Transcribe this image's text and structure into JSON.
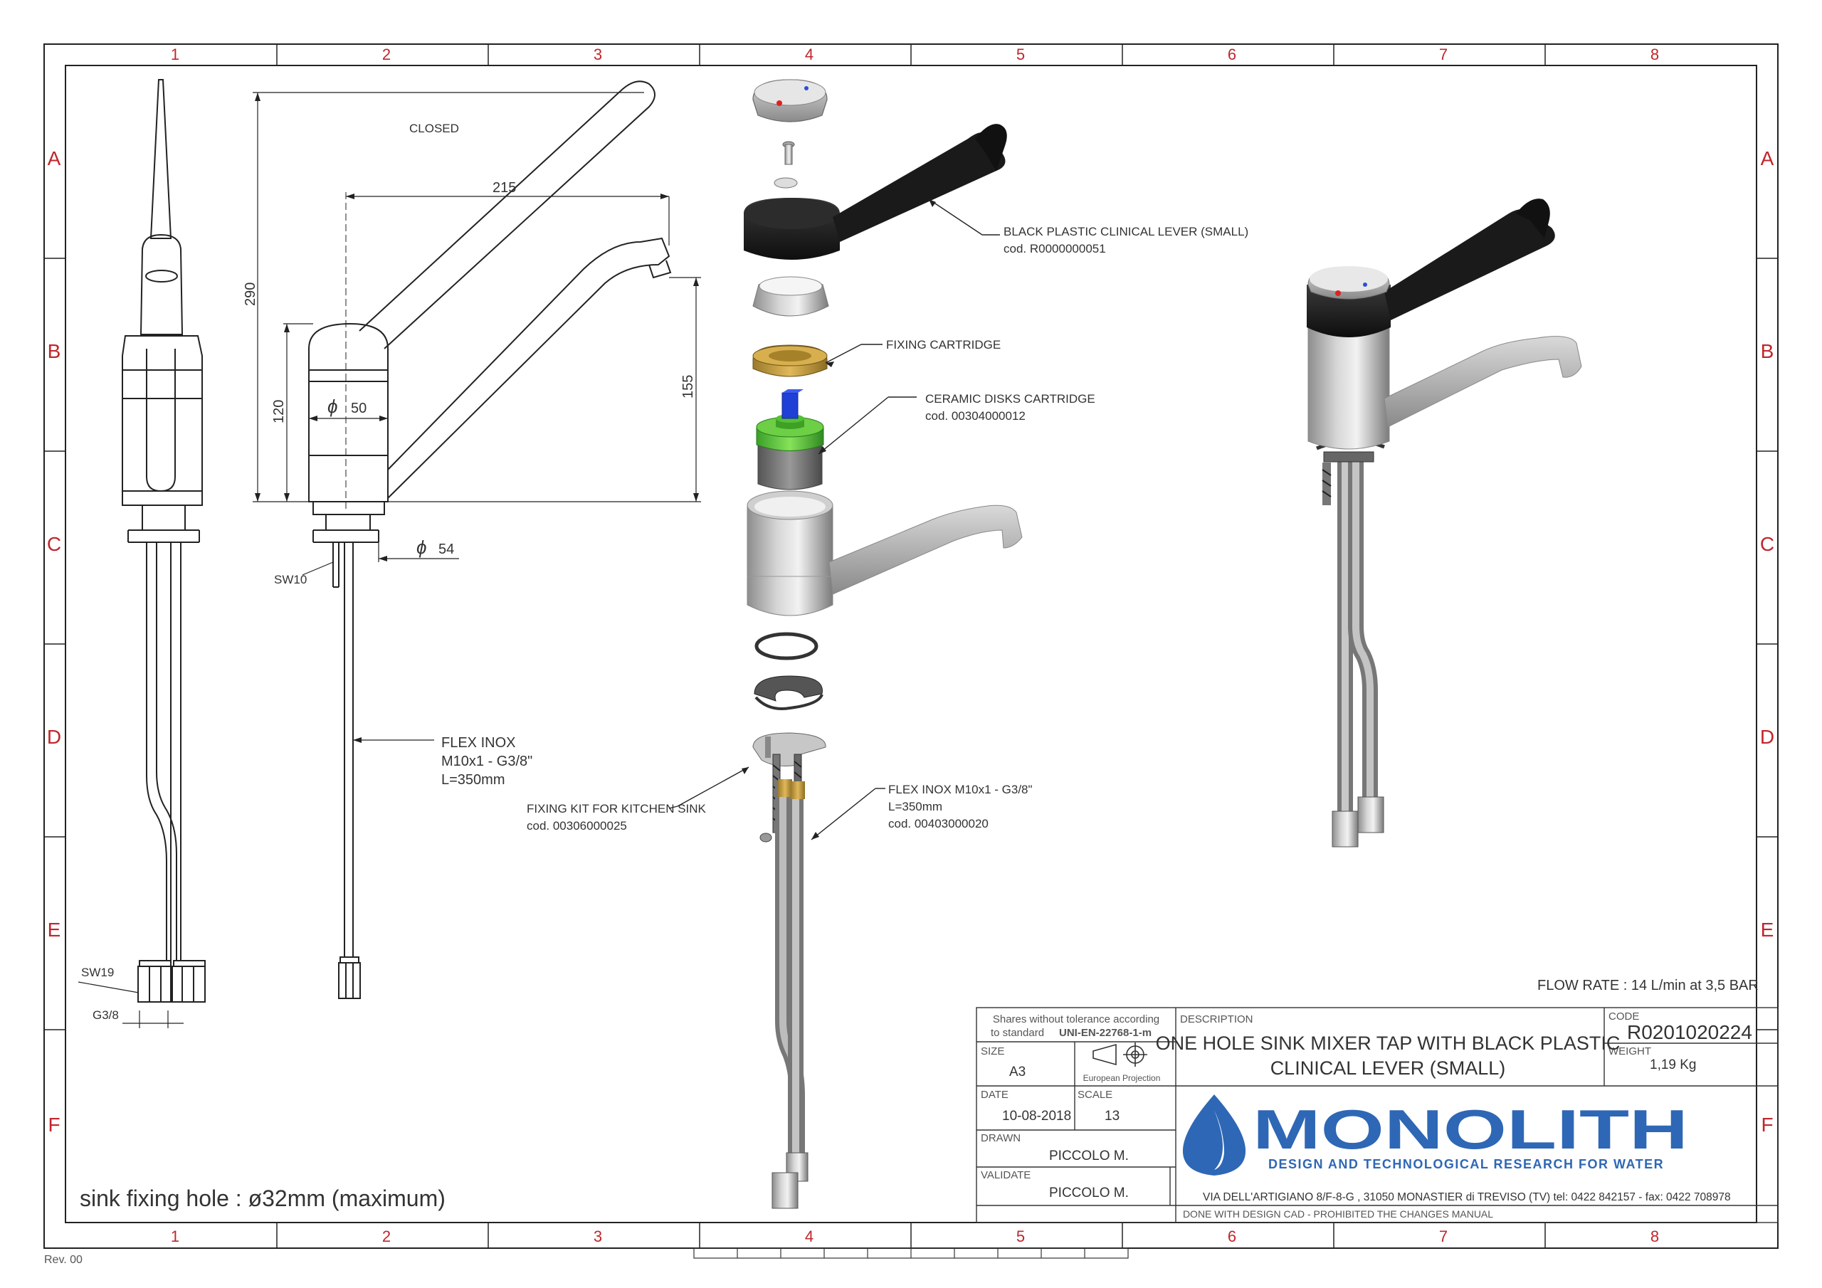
{
  "border": {
    "col_labels": [
      "1",
      "2",
      "3",
      "4",
      "5",
      "6",
      "7",
      "8"
    ],
    "row_labels": [
      "A",
      "B",
      "C",
      "D",
      "E",
      "F"
    ],
    "color": "#c0262c"
  },
  "views": {
    "closed_label": "CLOSED",
    "dim_215": "215",
    "dim_290": "290",
    "dim_120": "120",
    "dim_155": "155",
    "dim_phi50": "50",
    "dim_phi54": "54",
    "phi_symbol": "ϕ",
    "sw10": "SW10",
    "sw19": "SW19",
    "g38": "G3/8",
    "flex_line1": "FLEX INOX",
    "flex_line2": "M10x1 - G3/8\"",
    "flex_line3": "L=350mm",
    "sink_note": "sink fixing hole : ø32mm (maximum)"
  },
  "callouts": {
    "lever_1": "BLACK PLASTIC CLINICAL LEVER (SMALL)",
    "lever_2": "cod. R0000000051",
    "fixing_cartridge": "FIXING CARTRIDGE",
    "ceramic_1": "CERAMIC DISKS CARTRIDGE",
    "ceramic_2": "cod. 00304000012",
    "kit_1": "FIXING KIT FOR KITCHEN SINK",
    "kit_2": "cod. 00306000025",
    "flex_1": "FLEX INOX M10x1 - G3/8\"",
    "flex_2": "L=350mm",
    "flex_3": "cod. 00403000020"
  },
  "flow_rate": "FLOW RATE : 14 L/min at 3,5 BAR",
  "title_block": {
    "tolerance_1": "Shares without tolerance according",
    "tolerance_2a": "to standard",
    "tolerance_2b": "UNI-EN-22768-1-m",
    "size_label": "SIZE",
    "size_value": "A3",
    "projection_label": "European Projection",
    "date_label": "DATE",
    "date_value": "10-08-2018",
    "scale_label": "SCALE",
    "scale_value": "13",
    "drawn_label": "DRAWN",
    "drawn_value": "PICCOLO M.",
    "validate_label": "VALIDATE",
    "validate_value": "PICCOLO M.",
    "description_label": "DESCRIPTION",
    "description_1": "ONE HOLE SINK MIXER TAP WITH BLACK PLASTIC",
    "description_2": "CLINICAL LEVER (SMALL)",
    "code_label": "CODE",
    "code_value": "R0201020224",
    "weight_label": "WEIGHT",
    "weight_value": "1,19 Kg",
    "logo_name": "MONOLITH",
    "logo_tagline": "DESIGN AND TECHNOLOGICAL RESEARCH FOR WATER",
    "address": "VIA DELL'ARTIGIANO 8/F-8-G , 31050 MONASTIER di TREVISO (TV) tel: 0422 842157 - fax: 0422 708978",
    "footer_note": "DONE WITH DESIGN CAD - PROHIBITED THE CHANGES MANUAL",
    "brand_color": "#2e67b5"
  },
  "revision": "Rev. 00"
}
